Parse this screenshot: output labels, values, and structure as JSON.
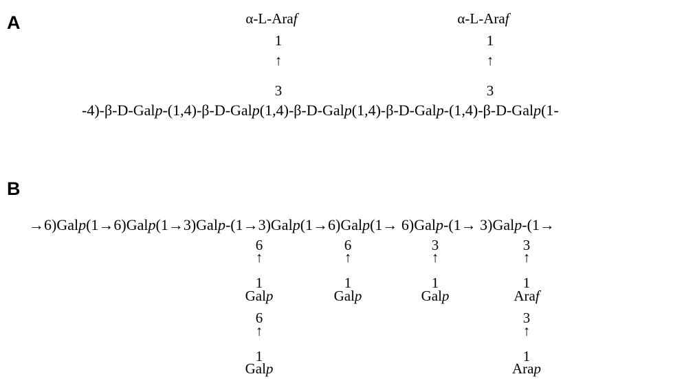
{
  "panel_a": {
    "label": "A",
    "branches": [
      {
        "sugar": "α-L-Araf",
        "link_from": "1",
        "arrow": "↑",
        "link_to": "3"
      },
      {
        "sugar": "α-L-Araf",
        "link_from": "1",
        "arrow": "↑",
        "link_to": "3"
      }
    ],
    "backbone": "-4)-β-D-Galp-(1,4)-β-D-Galp(1,4)-β-D-Galp(1,4)-β-D-Galp-(1,4)-β-D-Galp(1-"
  },
  "panel_b": {
    "label": "B",
    "backbone": "→6)Galp(1→6)Galp(1→3)Galp-(1→3)Galp(1→6)Galp(1→ 6)Galp-(1→ 3)Galp-(1→",
    "branches": [
      {
        "link_to": "6",
        "arrow": "↑",
        "link_from": "1",
        "sugar": "Galp",
        "extension": {
          "link_to": "6",
          "arrow": "↑",
          "link_from": "1",
          "sugar": "Galp"
        }
      },
      {
        "link_to": "6",
        "arrow": "↑",
        "link_from": "1",
        "sugar": "Galp"
      },
      {
        "link_to": "3",
        "arrow": "↑",
        "link_from": "1",
        "sugar": "Galp"
      },
      {
        "link_to": "3",
        "arrow": "↑",
        "link_from": "1",
        "sugar": "Araf",
        "extension": {
          "link_to": "3",
          "arrow": "↑",
          "link_from": "1",
          "sugar": "Arap"
        }
      }
    ]
  }
}
